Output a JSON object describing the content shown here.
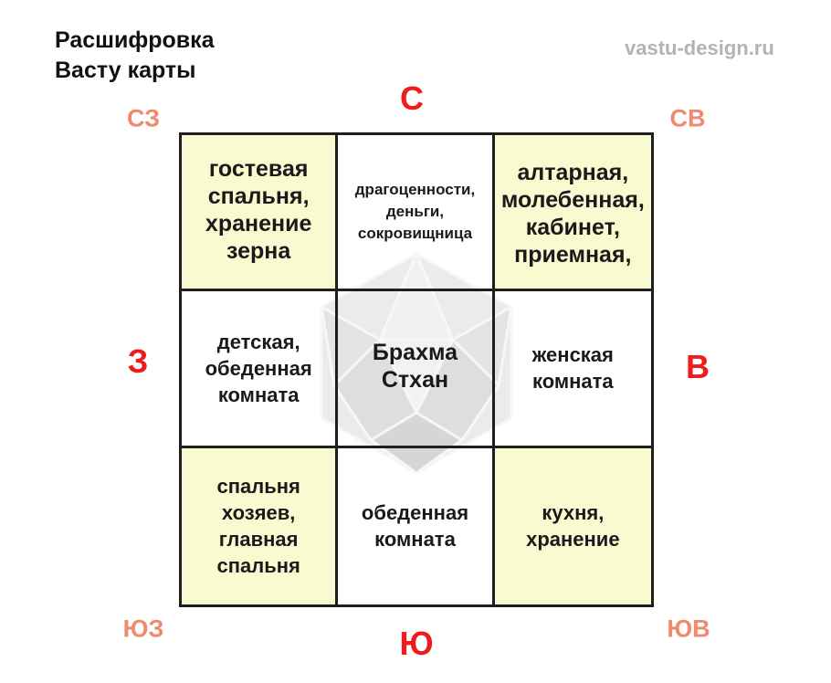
{
  "title": [
    "Расшифровка",
    "Васту карты"
  ],
  "site": "vastu-design.ru",
  "directions": {
    "n": "С",
    "s": "Ю",
    "w": "З",
    "e": "В",
    "nw": "СЗ",
    "ne": "СВ",
    "sw": "ЮЗ",
    "se": "ЮВ"
  },
  "zones": {
    "nw": "гостевая\nспальня,\nхранение\nзерна",
    "n": "драгоценности,\nденьги,\nсокровищница",
    "ne": "алтарная,\nмолебенная,\nкабинет,\nприемная,",
    "w": "детская,\nобеденная\nкомната",
    "center": "Брахма\nСтхан",
    "e": "женская\nкомната",
    "sw": "спальня\nхозяев,\nглавная\nспальня",
    "s": "обеденная\nкомната",
    "se": "кухня,\nхранение"
  },
  "colors": {
    "main_direction": "#ee1c1c",
    "intermediate_direction": "#f08a6e",
    "corner_cells": "#fafad0",
    "grid_lines": "#1e1e1e",
    "site": "#b3b3b3"
  }
}
